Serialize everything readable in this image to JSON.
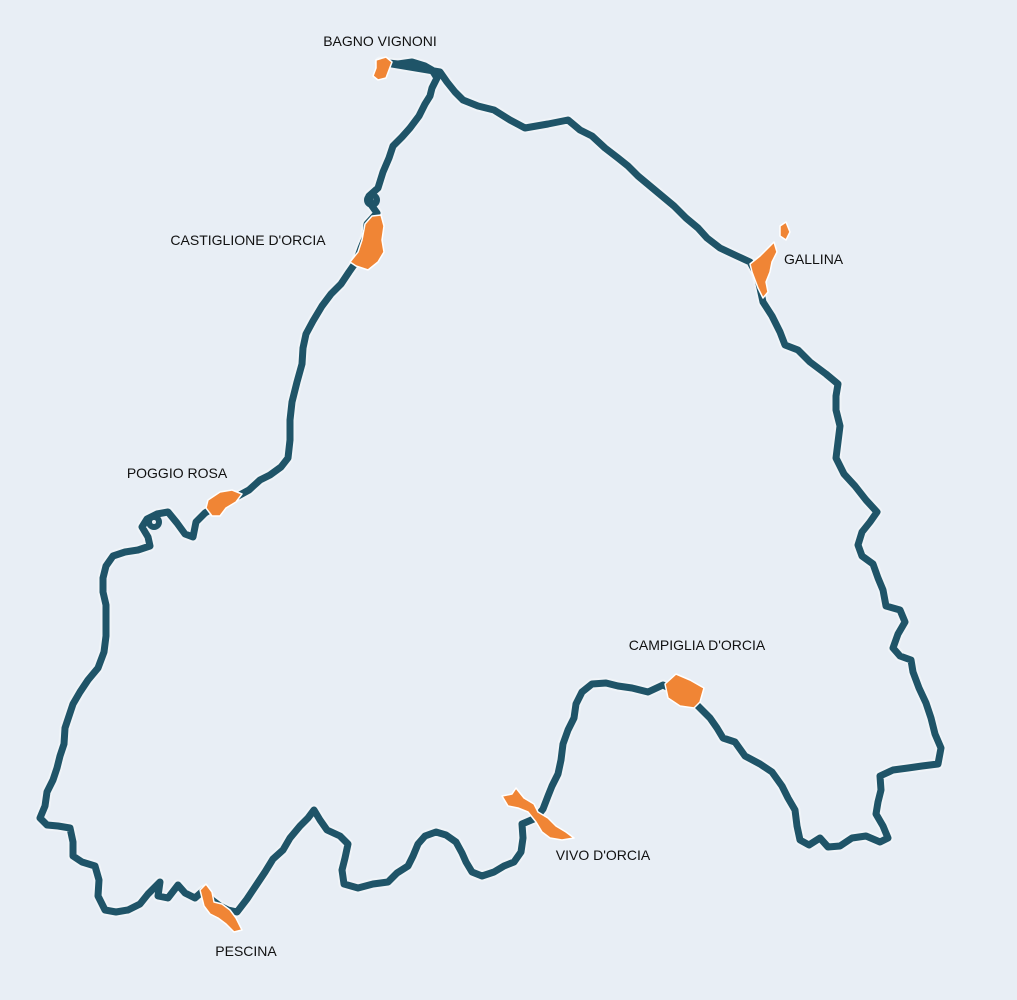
{
  "map": {
    "colors": {
      "background": "#e8eef5",
      "route": "#1f5468",
      "town": "#f08535"
    },
    "towns": [
      {
        "id": "bagno-vignoni",
        "label": "BAGNO VIGNONI"
      },
      {
        "id": "castiglione-dorcia",
        "label": "CASTIGLIONE D'ORCIA"
      },
      {
        "id": "gallina",
        "label": "GALLINA"
      },
      {
        "id": "poggio-rosa",
        "label": "POGGIO ROSA"
      },
      {
        "id": "campiglia-dorcia",
        "label": "CAMPIGLIA D'ORCIA"
      },
      {
        "id": "vivo-dorcia",
        "label": "VIVO D'ORCIA"
      },
      {
        "id": "pescina",
        "label": "PESCINA"
      }
    ]
  }
}
